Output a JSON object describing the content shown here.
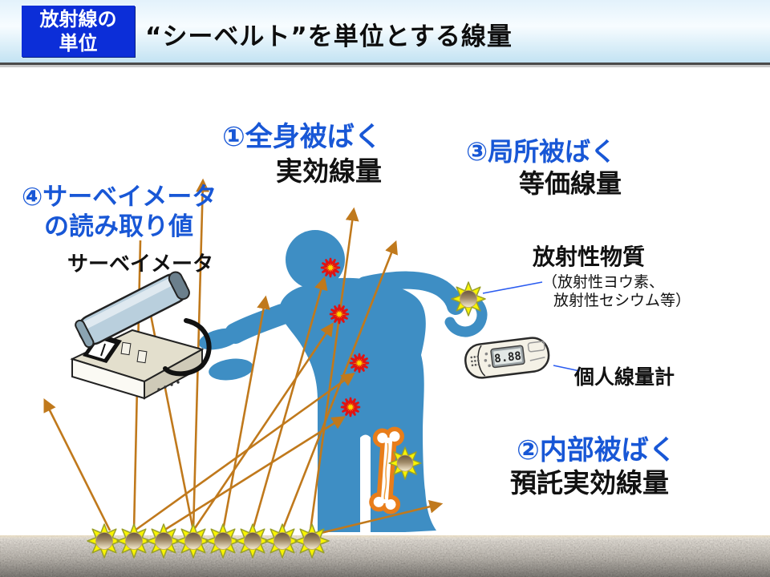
{
  "header": {
    "badge_line1": "放射線の",
    "badge_line2": "単位",
    "title": "“シーベルト”を単位とする線量"
  },
  "annotations": {
    "whole_body_line1": "①全身被ばく",
    "whole_body_line2": "実効線量",
    "local_line1": "③局所被ばく",
    "local_line2": "等価線量",
    "survey_reading_line1": "④サーベイメータ",
    "survey_reading_line2": "の読み取り値",
    "survey_meter_label": "サーベイメータ",
    "radioactive_title": "放射性物質",
    "radioactive_paren1": "（放射性ヨウ素、",
    "radioactive_paren2": "放射性セシウム等）",
    "personal_dosimeter_label": "個人線量計",
    "internal_line1": "②内部被ばく",
    "internal_line2": "預託実効線量"
  },
  "dosimeter": {
    "reading": "8.88"
  },
  "colors": {
    "badge_blue": "#0c2ed8",
    "label_blue": "#1857d6",
    "person_blue": "#3E8EC4",
    "arrow_orange": "#c0791c",
    "star_yellow": "#f8f400",
    "burst_red": "#e11212",
    "bone_orange": "#e87d1a"
  }
}
